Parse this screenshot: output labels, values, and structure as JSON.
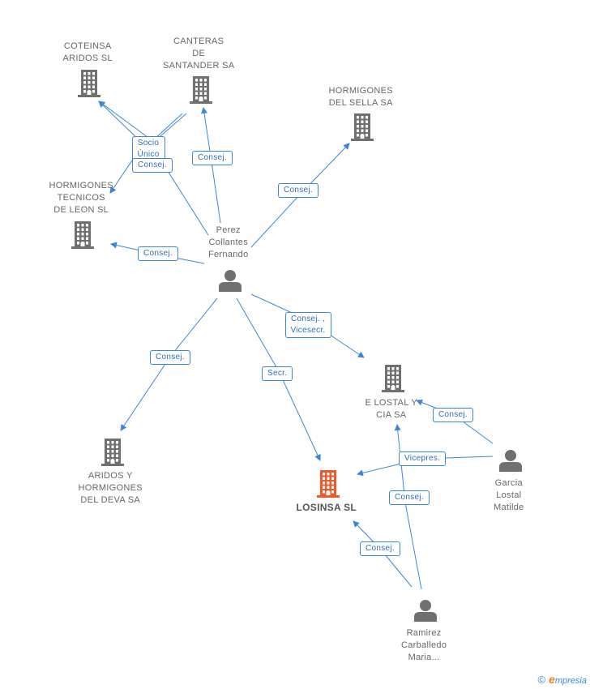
{
  "colors": {
    "edge": "#3a86d8",
    "company": "#707070",
    "company_main": "#ef5a2a",
    "person": "#707070"
  },
  "nodes": {
    "coteinsa": {
      "label": "COTEINSA\nARIDOS  SL",
      "kind": "company"
    },
    "canteras": {
      "label": "CANTERAS\nDE\nSANTANDER SA",
      "kind": "company"
    },
    "hormigones_sella": {
      "label": "HORMIGONES\nDEL SELLA SA",
      "kind": "company"
    },
    "hormigones_tecnicos": {
      "label": "HORMIGONES\nTECNICOS\nDE LEON SL",
      "kind": "company"
    },
    "perez": {
      "label": "Perez\nCollantes\nFernando",
      "kind": "person"
    },
    "elostal": {
      "label": "E LOSTAL Y\nCIA SA",
      "kind": "company"
    },
    "aridos_deva": {
      "label": "ARIDOS Y\nHORMIGONES\nDEL DEVA SA",
      "kind": "company"
    },
    "losinsa": {
      "label": "LOSINSA SL",
      "kind": "company-main"
    },
    "garcia": {
      "label": "Garcia\nLostal\nMatilde",
      "kind": "person"
    },
    "ramirez": {
      "label": "Ramirez\nCarballedo\nMaria...",
      "kind": "person"
    }
  },
  "edges": [
    {
      "from": "canteras",
      "to": "coteinsa",
      "label": "Socio\nÚnico"
    },
    {
      "from": "canteras",
      "to": "hormigones_tecnicos",
      "label": "Consej."
    },
    {
      "from": "perez",
      "to": "canteras",
      "label": "Consej."
    },
    {
      "from": "perez",
      "to": "coteinsa",
      "label": ""
    },
    {
      "from": "perez",
      "to": "hormigones_sella",
      "label": "Consej."
    },
    {
      "from": "perez",
      "to": "hormigones_tecnicos",
      "label": "Consej."
    },
    {
      "from": "perez",
      "to": "elostal",
      "label": "Consej. ,\nVicesecr."
    },
    {
      "from": "perez",
      "to": "aridos_deva",
      "label": "Consej."
    },
    {
      "from": "perez",
      "to": "losinsa",
      "label": "Secr."
    },
    {
      "from": "garcia",
      "to": "elostal",
      "label": "Consej."
    },
    {
      "from": "garcia",
      "to": "losinsa",
      "label": "Vicepres."
    },
    {
      "from": "ramirez",
      "to": "elostal",
      "label": "Consej."
    },
    {
      "from": "ramirez",
      "to": "losinsa",
      "label": "Consej."
    }
  ],
  "watermark": {
    "copyright": "©",
    "brand_initial": "e",
    "brand_rest": "mpresia"
  }
}
